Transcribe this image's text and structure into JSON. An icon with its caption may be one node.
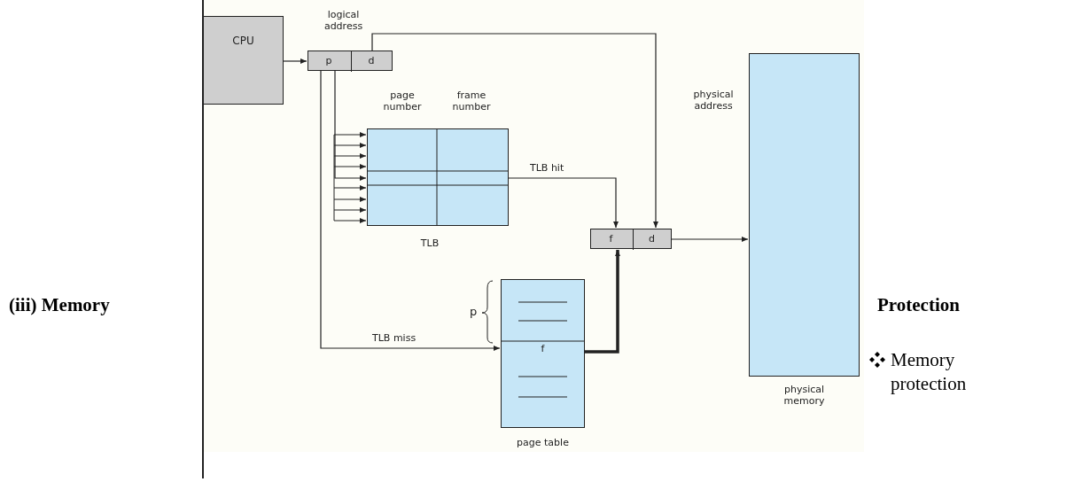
{
  "diagram": {
    "nodes": [
      {
        "text": [
          "CPU"
        ]
      },
      {
        "text": [],
        "shape": "box",
        "beside": [
          "logical address"
        ]
      },
      {
        "text": [
          "p"
        ],
        "in": 1
      },
      {
        "text": [
          "d"
        ],
        "in": 1
      },
      {
        "text": [
          "page number",
          "frame number"
        ],
        "beside": [
          "TLB"
        ]
      },
      {
        "text": [],
        "shape": "box"
      },
      {
        "text": [
          "f"
        ],
        "in": 5
      },
      {
        "text": [
          "d"
        ],
        "in": 5
      },
      {
        "text": [
          "f"
        ],
        "beside": [
          "page table"
        ]
      },
      {
        "text": [],
        "shape": "box",
        "beside": [
          "physical memory"
        ]
      }
    ],
    "edges": [
      {
        "from": 0,
        "to": 2,
        "arrow": "to"
      },
      {
        "from": 3,
        "to": 7,
        "arrow": "to"
      },
      {
        "from": 2,
        "to": 4,
        "arrow": "to"
      },
      {
        "from": 4,
        "to": 6,
        "arrow": "to",
        "label": "TLB hit"
      },
      {
        "from": 2,
        "to": 8,
        "arrow": "to",
        "label": "TLB miss"
      },
      {
        "from": 8,
        "to": 6,
        "arrow": "to",
        "style": "thick"
      },
      {
        "from": 5,
        "to": 9,
        "arrow": "to"
      }
    ],
    "labels": [
      "(iii) Memory",
      "physical address",
      "p",
      "Protection",
      "Memory protection"
    ]
  }
}
